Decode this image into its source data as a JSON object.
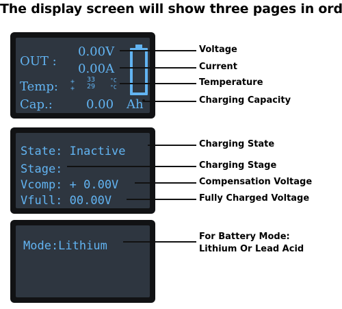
{
  "heading": "The display screen will show three pages in order",
  "page1": {
    "out_label": "OUT :",
    "voltage": "0.00V",
    "current": "0.00A",
    "temp_label": "Temp:",
    "temp_plus_1": "+",
    "temp_plus_2": "+",
    "temp_value_1": "33",
    "temp_value_2": "29",
    "temp_unit_1": "°C",
    "temp_unit_2": "°C",
    "cap_label": "Cap.:",
    "capacity": "0.00",
    "capacity_unit": "Ah"
  },
  "page2": {
    "state_line": "State: Inactive",
    "stage_line": "Stage:",
    "vcomp_line": "Vcomp: + 0.00V",
    "vfull_line": "Vfull: 00.00V"
  },
  "page3": {
    "mode_line": "Mode:Lithium"
  },
  "callouts": {
    "voltage": "Voltage",
    "current": "Current",
    "temperature": "Temperature",
    "charging_capacity": "Charging Capacity",
    "charging_state": "Charging State",
    "charging_stage": "Charging Stage",
    "compensation_voltage": "Compensation Voltage",
    "fully_charged_voltage": "Fully Charged Voltage",
    "battery_mode_1": "For Battery Mode:",
    "battery_mode_2": "Lithium Or Lead Acid"
  },
  "colors": {
    "lcd_text": "#62b4f2",
    "lcd_background": "#2e3640",
    "bezel": "#111214"
  },
  "icons": {
    "battery": "battery-outline-icon"
  }
}
